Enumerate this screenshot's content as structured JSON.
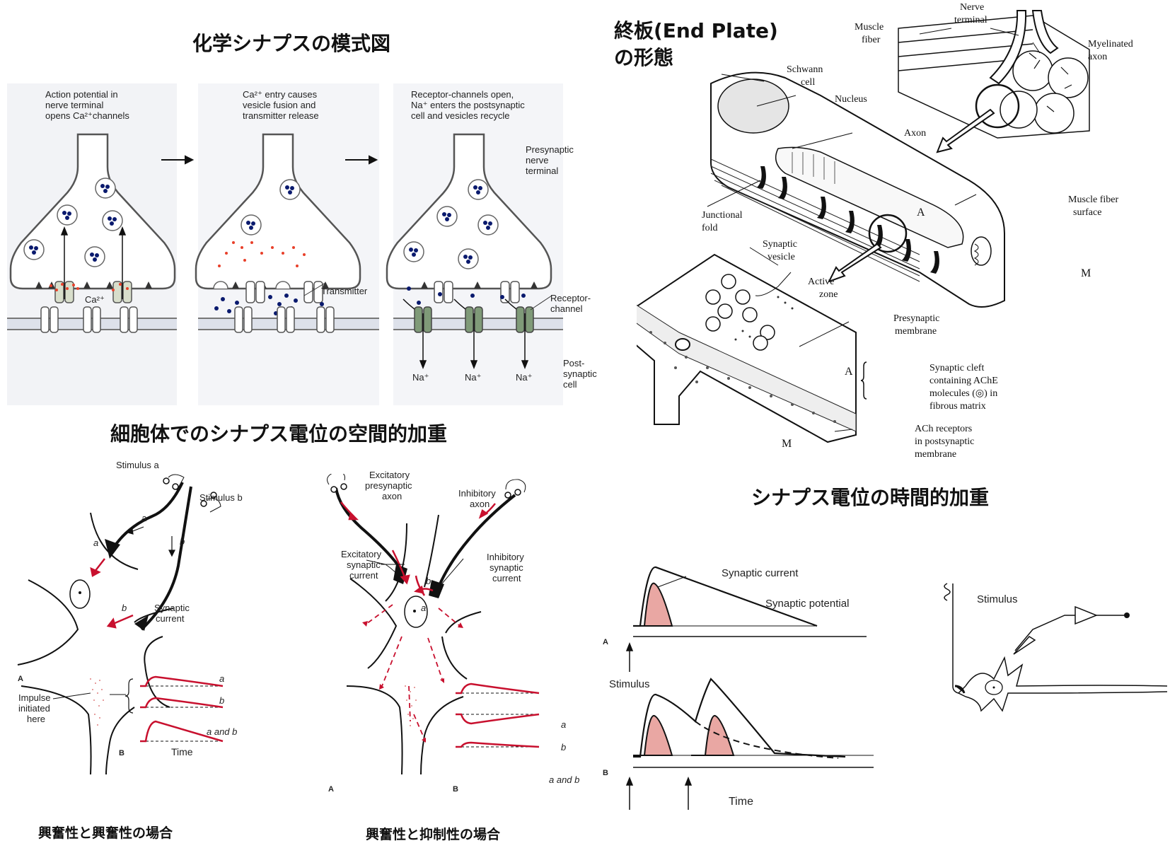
{
  "titles": {
    "synapse_model": "化学シナプスの模式図",
    "end_plate_line1": "終板(End Plate)",
    "end_plate_line2": "の形態",
    "spatial_summation": "細胞体でのシナプス電位の空間的加重",
    "temporal_summation": "シナプス電位の時間的加重"
  },
  "captions": {
    "exc_exc": "興奮性と興奮性の場合",
    "exc_inh": "興奮性と抑制性の場合"
  },
  "synapse_model": {
    "step1_l1": "Action potential in",
    "step1_l2": "nerve terminal",
    "step1_l3": "opens Ca²⁺channels",
    "step2_l1": "Ca²⁺ entry causes",
    "step2_l2": "vesicle fusion and",
    "step2_l3": "transmitter release",
    "step3_l1": "Receptor-channels open,",
    "step3_l2": "Na⁺ enters the postsynaptic",
    "step3_l3": "cell and vesicles recycle",
    "presyn_l1": "Presynaptic",
    "presyn_l2": "nerve",
    "presyn_l3": "terminal",
    "ca_label": "Ca²⁺",
    "transmitter": "Transmitter",
    "receptor_l1": "Receptor-",
    "receptor_l2": "channel",
    "postsyn_l1": "Post-",
    "postsyn_l2": "synaptic",
    "postsyn_l3": "cell",
    "na_label": "Na⁺"
  },
  "end_plate": {
    "nerve_l1": "Nerve",
    "nerve_l2": "terminal",
    "muscle_fiber_l1": "Muscle",
    "muscle_fiber_l2": "fiber",
    "myelinated_l1": "Myelinated",
    "myelinated_l2": "axon",
    "schwann_l1": "Schwann",
    "schwann_l2": "cell",
    "nucleus": "Nucleus",
    "axon": "Axon",
    "junctional_l1": "Junctional",
    "junctional_l2": "fold",
    "synaptic_vesicle_l1": "Synaptic",
    "synaptic_vesicle_l2": "vesicle",
    "active_zone_l1": "Active",
    "active_zone_l2": "zone",
    "muscle_surface_l1": "Muscle fiber",
    "muscle_surface_l2": "surface",
    "presyn_membrane_l1": "Presynaptic",
    "presyn_membrane_l2": "membrane",
    "cleft_l1": "Synaptic cleft",
    "cleft_l2": "containing AChE",
    "cleft_l3": "molecules (◎) in",
    "cleft_l4": "fibrous matrix",
    "ach_l1": "ACh receptors",
    "ach_l2": "in postsynaptic",
    "ach_l3": "membrane",
    "letter_A": "A",
    "letter_M": "M"
  },
  "spatial": {
    "stimulus_a": "Stimulus a",
    "stimulus_b": "Stimulus b",
    "a": "a",
    "b": "b",
    "synaptic_current_l1": "Synaptic",
    "synaptic_current_l2": "current",
    "impulse_l1": "Impulse",
    "impulse_l2": "initiated",
    "impulse_l3": "here",
    "a_and_b": "a and b",
    "time": "Time",
    "label_A": "A",
    "label_B": "B",
    "exc_axon_l1": "Excitatory",
    "exc_axon_l2": "presynaptic",
    "exc_axon_l3": "axon",
    "inh_axon_l1": "Inhibitory",
    "inh_axon_l2": "axon",
    "exc_current_l1": "Excitatory",
    "exc_current_l2": "synaptic",
    "exc_current_l3": "current",
    "inh_current_l1": "Inhibitory",
    "inh_current_l2": "synaptic",
    "inh_current_l3": "current"
  },
  "temporal": {
    "synaptic_current": "Synaptic current",
    "synaptic_potential": "Synaptic potential",
    "stimulus": "Stimulus",
    "time": "Time",
    "label_A": "A",
    "label_B": "B"
  },
  "colors": {
    "red": "#c8102e",
    "dark_blue": "#0a1a6e",
    "panel_bg": "#eef0f4",
    "pink_fill": "#e9a7a3",
    "receptor_green": "#7f9a78"
  }
}
